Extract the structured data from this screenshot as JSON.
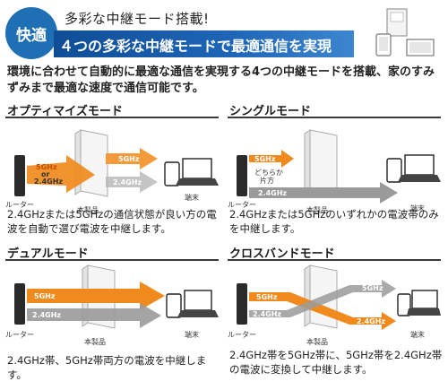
{
  "header": {
    "badge": "快適",
    "kicker": "多彩な中継モード搭載!",
    "headline": "４つの多彩な中継モードで最適通信を実現"
  },
  "intro": "環境に合わせて自動的に最適な通信を実現する4つの中継モードを搭載、家のすみずみまで最適な速度で通信可能です。",
  "labels": {
    "router": "ルーター",
    "product": "本製品",
    "terminal": "端末",
    "g5": "5GHz",
    "g24": "2.4GHz",
    "or": "or",
    "either_1": "どちらか",
    "either_2": "片方"
  },
  "modes": [
    {
      "title": "オプティマイズモード",
      "desc": "2.4GHzまたは5GHzの通信状態が良い方の電波を自動で選び電波を中継します。"
    },
    {
      "title": "シングルモード",
      "desc": "2.4GHzまたは5GHzのいずれかの電波帯のみを中継します。"
    },
    {
      "title": "デュアルモード",
      "desc": "2.4GHz帯、5GHz帯両方の電波を中継します。"
    },
    {
      "title": "クロスバンドモード",
      "desc": "2.4GHz帯を5GHz帯に、5GHz帯を2.4GHz帯の電波に変換して中継します。"
    }
  ],
  "colors": {
    "accent_blue": "#1f6fb5",
    "orange": "#f08a1c",
    "gray": "#8a8a8a"
  }
}
